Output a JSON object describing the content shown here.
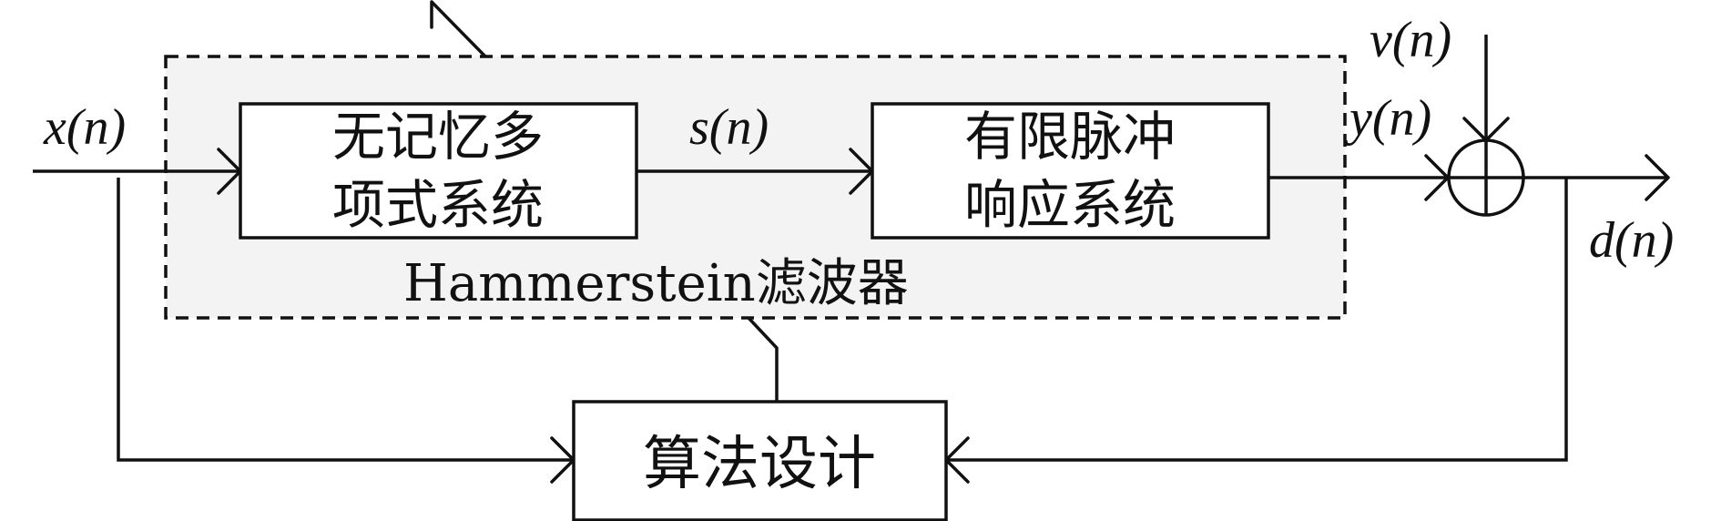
{
  "filter_label": "Hammerstein滤波器",
  "blocks": {
    "polynomial": {
      "line1": "无记忆多",
      "line2": "项式系统"
    },
    "fir": {
      "line1": "有限脉冲",
      "line2": "响应系统"
    },
    "algorithm": {
      "label": "算法设计"
    }
  },
  "signals": {
    "input": "x(n)",
    "intermediate": "s(n)",
    "filter_output": "y(n)",
    "noise": "v(n)",
    "desired": "d(n)"
  },
  "colors": {
    "line": "#111111",
    "filter_region_fill": "#f3f3f3",
    "background": "#ffffff"
  }
}
